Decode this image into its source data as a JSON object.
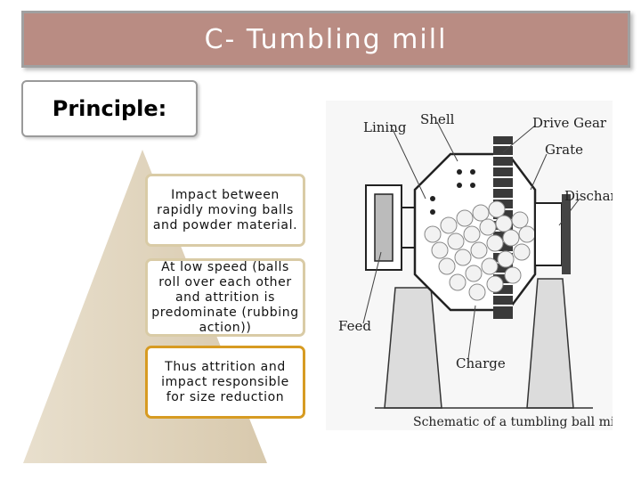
{
  "title": "C- Tumbling mill",
  "principle_heading": "Principle:",
  "pyramid_items": [
    {
      "text": "Impact between rapidly moving balls and powder material."
    },
    {
      "text": "At low speed (balls roll over each other and attrition is predominate (rubbing action))"
    },
    {
      "text": "Thus attrition and impact responsible for size reduction"
    }
  ],
  "diagram": {
    "labels": {
      "lining": "Lining",
      "shell": "Shell",
      "drive_gear": "Drive Gear",
      "grate": "Grate",
      "discharge": "Discharge",
      "feed": "Feed",
      "charge": "Charge"
    },
    "caption": "Schematic of a tumbling ball mill."
  }
}
